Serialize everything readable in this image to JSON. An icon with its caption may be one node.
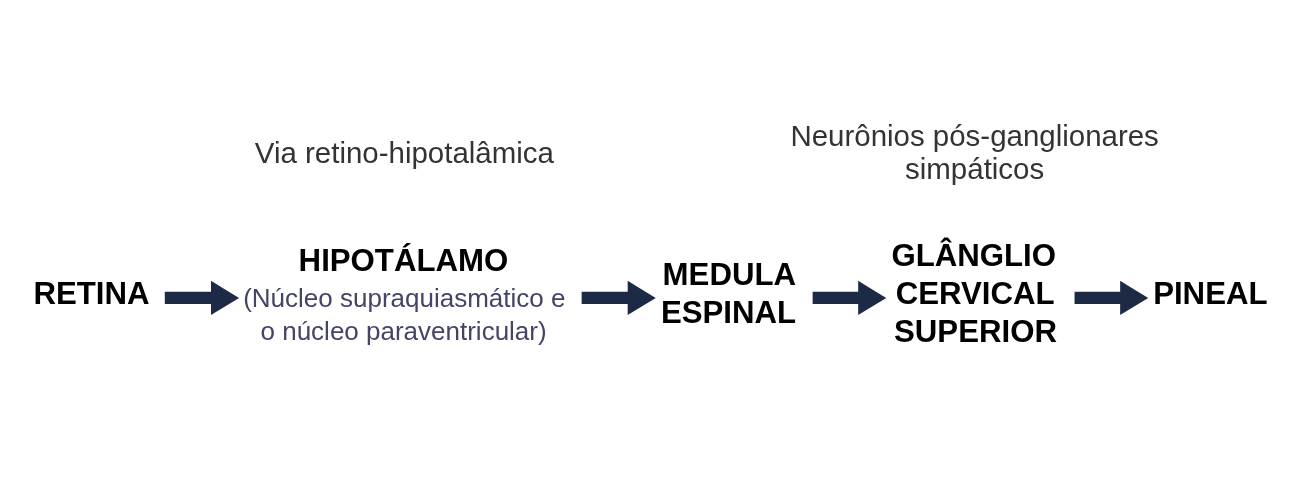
{
  "diagram": {
    "nodes": [
      {
        "text": [
          "RETINA"
        ]
      },
      {
        "text": [
          "HIPOTÁLAMO"
        ],
        "beside": [
          "(Núcleo supraquiasmático e o núcleo paraventricular)"
        ]
      },
      {
        "text": [
          "MEDULA ESPINAL"
        ]
      },
      {
        "text": [
          "GLÂNGLIO CERVICAL SUPERIOR"
        ]
      },
      {
        "text": [
          "PINEAL"
        ]
      }
    ],
    "edges": [
      {
        "from": 0,
        "to": 1,
        "arrow": "to"
      },
      {
        "from": 1,
        "to": 2,
        "arrow": "to"
      },
      {
        "from": 2,
        "to": 3,
        "arrow": "to"
      },
      {
        "from": 3,
        "to": 4,
        "arrow": "to"
      }
    ],
    "labels": [
      "Via retino-hipotalâmica",
      "Neurônios pós-ganglionares simpáticos"
    ]
  }
}
